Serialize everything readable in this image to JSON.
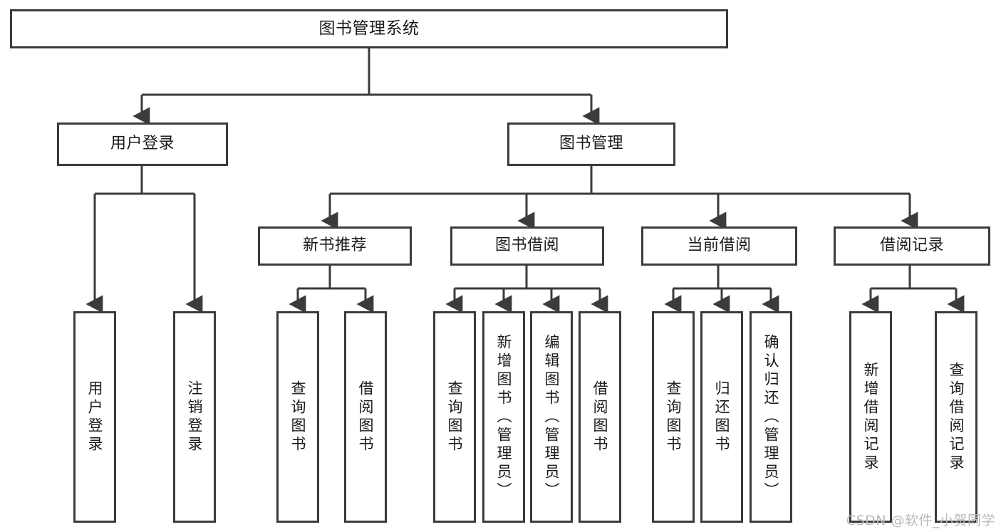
{
  "diagram": {
    "type": "tree-hierarchy",
    "title": "图书管理系统",
    "root": {
      "id": "root",
      "label": "图书管理系统",
      "level": 1
    },
    "level2": [
      {
        "id": "user-login",
        "label": "用户登录"
      },
      {
        "id": "book-management",
        "label": "图书管理"
      }
    ],
    "level3": [
      {
        "id": "new-book-recommend",
        "label": "新书推荐",
        "parent": "book-management"
      },
      {
        "id": "book-borrow",
        "label": "图书借阅",
        "parent": "book-management"
      },
      {
        "id": "current-borrow",
        "label": "当前借阅",
        "parent": "book-management"
      },
      {
        "id": "borrow-record",
        "label": "借阅记录",
        "parent": "book-management"
      }
    ],
    "leaves": {
      "user_login": [
        {
          "id": "leaf-user-login",
          "label": "用户登录"
        },
        {
          "id": "leaf-logout",
          "label": "注销登录"
        }
      ],
      "new_book_recommend": [
        {
          "id": "leaf-query-book-1",
          "label": "查询图书"
        },
        {
          "id": "leaf-borrow-book-1",
          "label": "借阅图书"
        }
      ],
      "book_borrow": [
        {
          "id": "leaf-query-book-2",
          "label": "查询图书"
        },
        {
          "id": "leaf-add-book",
          "label": "新增图书（管理员）"
        },
        {
          "id": "leaf-edit-book",
          "label": "编辑图书（管理员）"
        },
        {
          "id": "leaf-borrow-book-2",
          "label": "借阅图书"
        }
      ],
      "current_borrow": [
        {
          "id": "leaf-query-book-3",
          "label": "查询图书"
        },
        {
          "id": "leaf-return-book",
          "label": "归还图书"
        },
        {
          "id": "leaf-confirm-return",
          "label": "确认归还（管理员）"
        }
      ],
      "borrow_record": [
        {
          "id": "leaf-add-record",
          "label": "新增借阅记录"
        },
        {
          "id": "leaf-query-record",
          "label": "查询借阅记录"
        }
      ]
    },
    "colors": {
      "stroke": "#3b3b3b",
      "fill": "#ffffff",
      "text": "#1a1a1a",
      "watermark": "#b9b9b9"
    }
  },
  "watermark": {
    "text": "CSDN @软件_小贺同学"
  }
}
